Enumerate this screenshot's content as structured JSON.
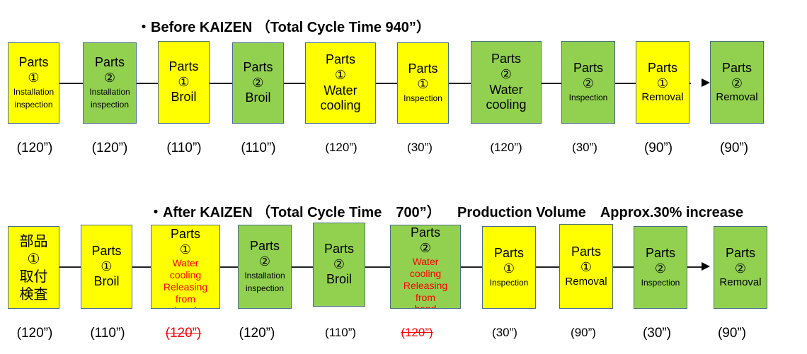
{
  "before": {
    "title": "・Before KAIZEN （Total Cycle Time 940”）",
    "steps": [
      {
        "l1": "Parts",
        "l2": "①",
        "l3": "Installation",
        "l4": "inspection",
        "color": "#ffff00",
        "time": "(120”)"
      },
      {
        "l1": "Parts",
        "l2": "②",
        "l3": "Installation",
        "l4": "inspection",
        "color": "#92d050",
        "time": "(120”)"
      },
      {
        "l1": "Parts",
        "l2": "①",
        "l3": "Broil",
        "color": "#ffff00",
        "time": "(110”)"
      },
      {
        "l1": "Parts",
        "l2": "②",
        "l3": "Broil",
        "color": "#92d050",
        "time": "(110”)"
      },
      {
        "l1": "Parts",
        "l2": "①",
        "l3": "Water",
        "l4": "cooling",
        "color": "#ffff00",
        "time": "(120”)"
      },
      {
        "l1": "Parts",
        "l2": "①",
        "l3": "Inspection",
        "color": "#ffff00",
        "time": "(30”)"
      },
      {
        "l1": "Parts",
        "l2": "②",
        "l3": "Water",
        "l4": "cooling",
        "color": "#92d050",
        "time": "(120”)"
      },
      {
        "l1": "Parts",
        "l2": "②",
        "l3": "Inspection",
        "color": "#92d050",
        "time": "(30”)"
      },
      {
        "l1": "Parts",
        "l2": "①",
        "l3": "Removal",
        "color": "#ffff00",
        "time": "(90”)"
      },
      {
        "l1": "Parts",
        "l2": "②",
        "l3": "Removal",
        "color": "#92d050",
        "time": "(90”)"
      }
    ]
  },
  "after": {
    "title": "・After KAIZEN （Total Cycle Time　700”）",
    "production": "Production Volume　Approx.30% increase",
    "steps": [
      {
        "l1": "部品",
        "l2": "①",
        "l3": "取付",
        "l4": "検査",
        "color": "#ffff00",
        "time": "(120”)"
      },
      {
        "l1": "Parts",
        "l2": "①",
        "l3": "Broil",
        "color": "#ffff00",
        "time": "(110”)"
      },
      {
        "l1": "Parts",
        "l2": "①",
        "l3": "Water",
        "l4": "cooling",
        "l5": "Releasing",
        "l6": "from",
        "l7": "hand",
        "color": "#ffff00",
        "time": "(120”)"
      },
      {
        "l1": "Parts",
        "l2": "②",
        "l3": "Installation",
        "l4": "inspection",
        "color": "#92d050",
        "time": "(120”)"
      },
      {
        "l1": "Parts",
        "l2": "②",
        "l3": "Broil",
        "color": "#92d050",
        "time": "(110”)"
      },
      {
        "l1": "Parts",
        "l2": "②",
        "l3": "Water",
        "l4": "cooling",
        "l5": "Releasing",
        "l6": "from",
        "l7": "hand",
        "color": "#92d050",
        "time": "(120”)"
      },
      {
        "l1": "Parts",
        "l2": "①",
        "l3": "Inspection",
        "color": "#ffff00",
        "time": "(30”)"
      },
      {
        "l1": "Parts",
        "l2": "①",
        "l3": "Removal",
        "color": "#ffff00",
        "time": "(90”)"
      },
      {
        "l1": "Parts",
        "l2": "②",
        "l3": "Inspection",
        "color": "#92d050",
        "time": "(30”)"
      },
      {
        "l1": "Parts",
        "l2": "②",
        "l3": "Removal",
        "color": "#92d050",
        "time": "(90”)"
      }
    ]
  }
}
